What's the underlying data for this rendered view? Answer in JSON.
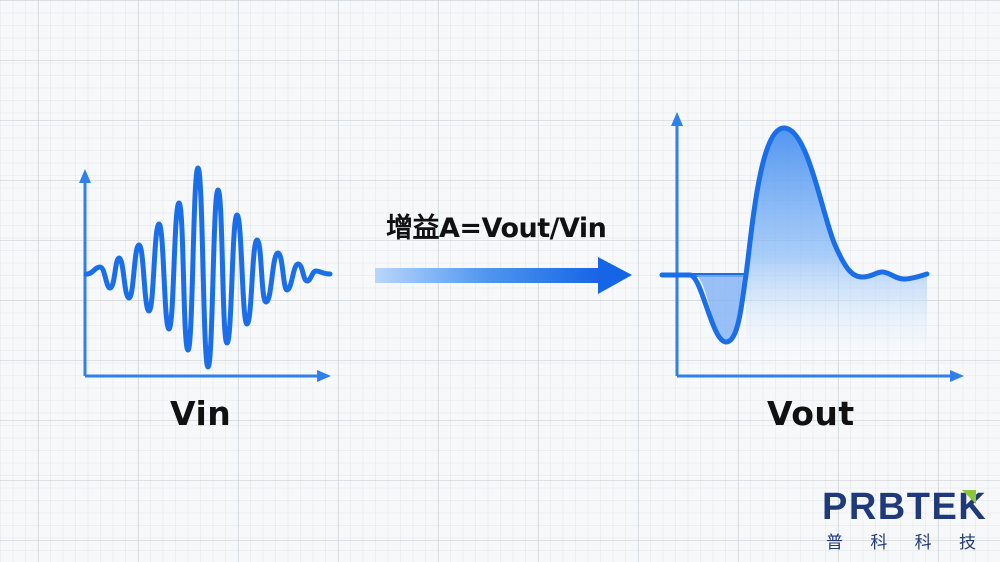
{
  "diagram": {
    "title": "增益A=Vout/Vin",
    "input_label": "Vin",
    "output_label": "Vout",
    "arrow": {
      "direction": "right",
      "meaning": "amplification"
    }
  },
  "colors": {
    "wave": "#1a6fe8",
    "axis": "#2f80ed",
    "arrow_start": "#b9d7fb",
    "arrow_end": "#1565e6",
    "fill_top": "#5a9cf2",
    "fill_bottom": "#ffffff",
    "logo_text": "#1f3a7a",
    "logo_accent": "#8cc63f",
    "label_text": "#111111"
  },
  "logo": {
    "word": "PRBTEK",
    "chinese": [
      "普",
      "科",
      "科",
      "技"
    ]
  },
  "icons": [
    "vin-waveform-icon",
    "vout-waveform-icon",
    "gain-arrow-icon",
    "logo-accent-icon"
  ]
}
